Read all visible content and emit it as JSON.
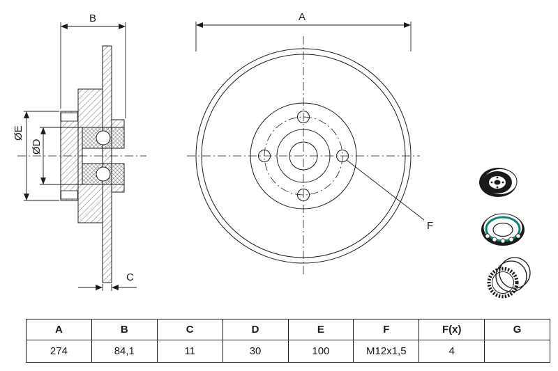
{
  "drawing": {
    "dim_a": "A",
    "dim_b": "B",
    "dim_c": "C",
    "dim_d": "ØD",
    "dim_e": "ØE",
    "dim_f": "F"
  },
  "table": {
    "headers": [
      "A",
      "B",
      "C",
      "D",
      "E",
      "F",
      "F(x)",
      "G"
    ],
    "values": [
      "274",
      "84,1",
      "11",
      "30",
      "100",
      "M12x1,5",
      "4",
      ""
    ]
  },
  "colors": {
    "line": "#1a1a1a",
    "bearing_seal_teal": "#157f73"
  }
}
